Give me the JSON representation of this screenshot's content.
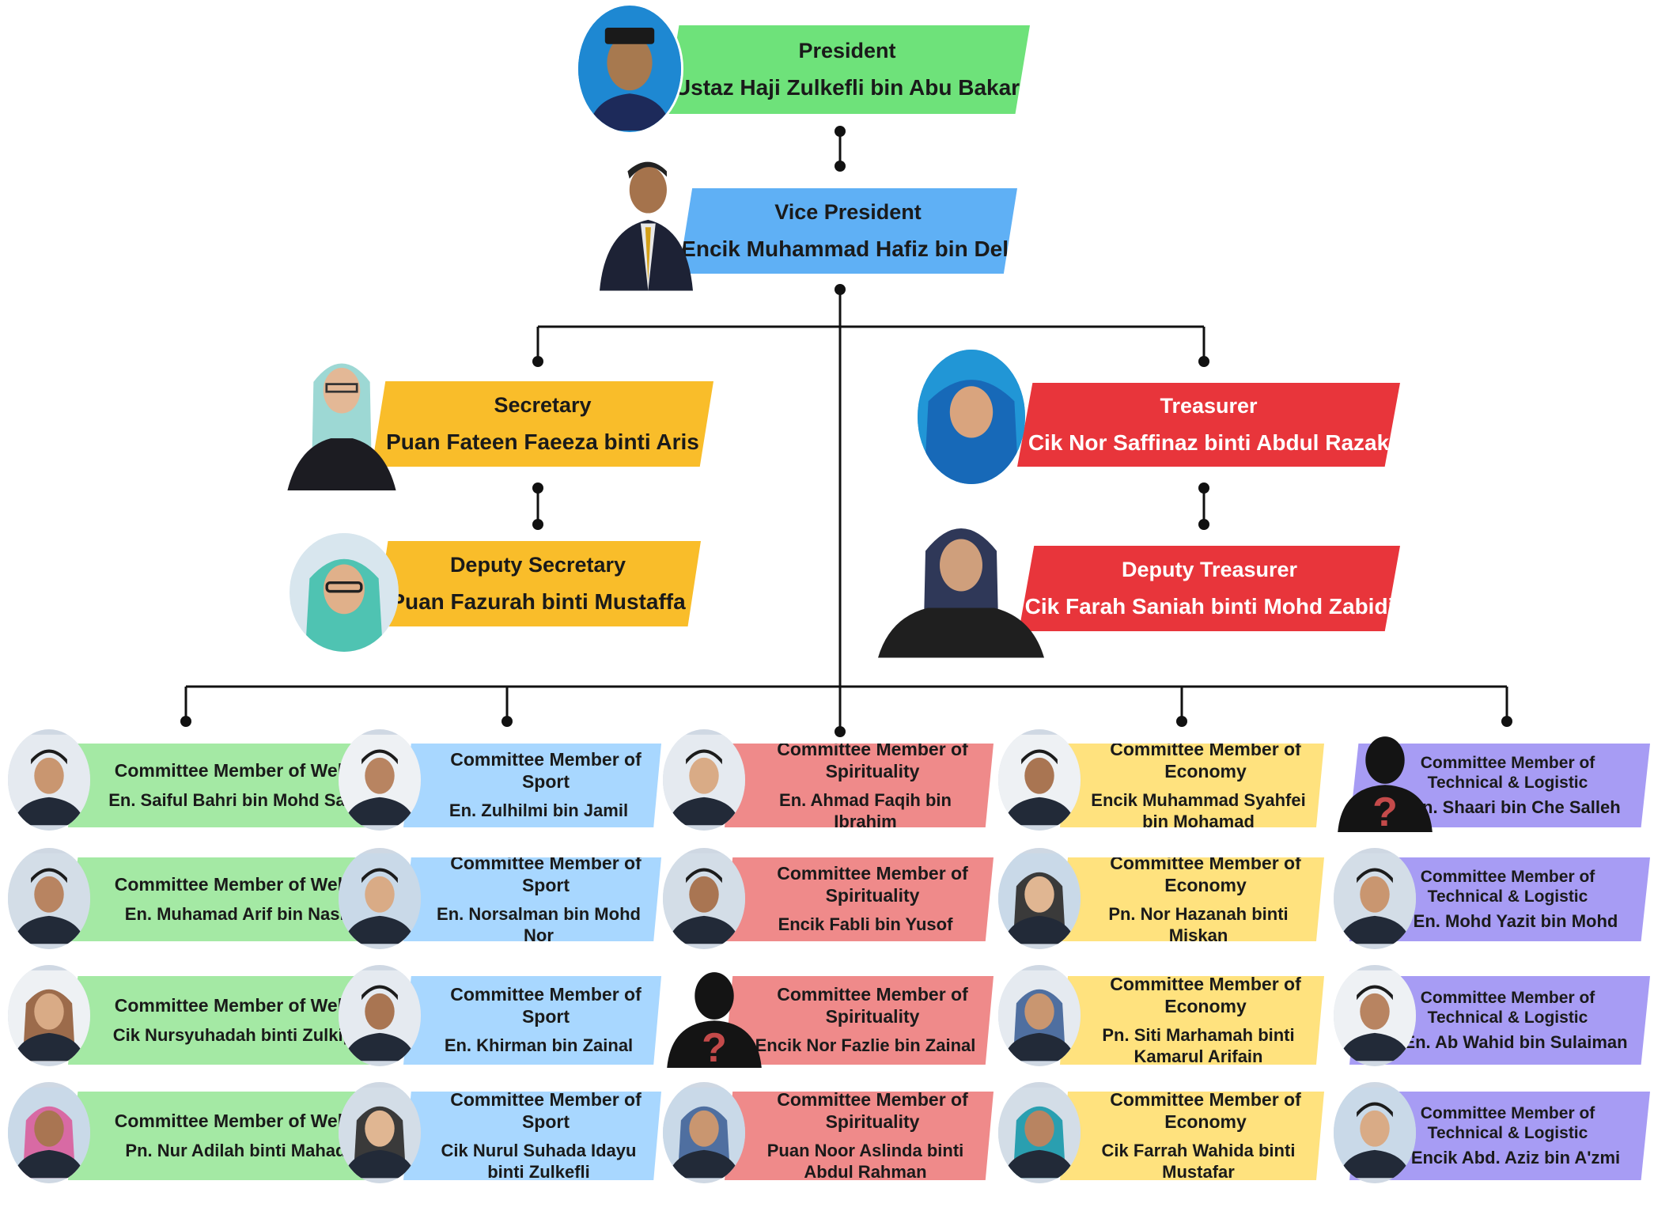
{
  "colors": {
    "president": "#6ee27a",
    "vice": "#5fb0f5",
    "secretary": "#f9bd2a",
    "treasurer": "#e8353b",
    "welfare": "#a4e9a4",
    "sport": "#a8d7ff",
    "spirituality": "#ef8a8a",
    "economy": "#ffe27e",
    "technical": "#a79cf4",
    "line": "#111111"
  },
  "top": {
    "president": {
      "role": "President",
      "name": "Ustaz Haji Zulkefli bin Abu Bakar"
    },
    "vice": {
      "role": "Vice President",
      "name": "Encik Muhammad Hafiz bin Deli"
    },
    "secretary": {
      "role": "Secretary",
      "name": "Puan Fateen Faeeza binti Aris"
    },
    "deputy_secretary": {
      "role": "Deputy Secretary",
      "name": "Puan Fazurah binti Mustaffa"
    },
    "treasurer": {
      "role": "Treasurer",
      "name": "Cik Nor Saffinaz binti Abdul Razak"
    },
    "deputy_treasurer": {
      "role": "Deputy Treasurer",
      "name": "Cik Farah Saniah binti Mohd Zabidi"
    }
  },
  "committees": {
    "welfare": [
      {
        "role": "Committee Member of Welfare",
        "name": "En. Saiful Bahri bin Mohd Sarip"
      },
      {
        "role": "Committee Member of Welfare",
        "name": "En. Muhamad Arif bin Nasir"
      },
      {
        "role": "Committee Member of Welfare",
        "name": "Cik Nursyuhadah binti Zulkipli"
      },
      {
        "role": "Committee Member of Welfare",
        "name": "Pn. Nur Adilah binti Mahadi"
      }
    ],
    "sport": [
      {
        "role": "Committee Member of Sport",
        "name": "En. Zulhilmi bin Jamil"
      },
      {
        "role": "Committee Member of Sport",
        "name": "En. Norsalman bin Mohd Nor"
      },
      {
        "role": "Committee Member of Sport",
        "name": "En. Khirman bin Zainal"
      },
      {
        "role": "Committee Member of Sport",
        "name": "Cik Nurul Suhada Idayu binti Zulkefli"
      }
    ],
    "spirituality": [
      {
        "role": "Committee Member of Spirituality",
        "name": "En. Ahmad Faqih bin Ibrahim"
      },
      {
        "role": "Committee Member of Spirituality",
        "name": "Encik Fabli bin Yusof"
      },
      {
        "role": "Committee Member of Spirituality",
        "name": "Encik Nor Fazlie bin Zainal"
      },
      {
        "role": "Committee Member of Spirituality",
        "name": "Puan Noor Aslinda binti Abdul Rahman"
      }
    ],
    "economy": [
      {
        "role": "Committee Member of Economy",
        "name": "Encik Muhammad Syahfei bin Mohamad"
      },
      {
        "role": "Committee Member of Economy",
        "name": "Pn. Nor Hazanah binti Miskan"
      },
      {
        "role": "Committee Member of Economy",
        "name": "Pn. Siti Marhamah binti Kamarul Arifain"
      },
      {
        "role": "Committee Member of Economy",
        "name": "Cik Farrah Wahida  binti Mustafar"
      }
    ],
    "technical": [
      {
        "role": "Committee Member of Technical & Logistic",
        "name": "En. Shaari bin Che Salleh"
      },
      {
        "role": "Committee Member of Technical & Logistic",
        "name": "En. Mohd Yazit bin Mohd"
      },
      {
        "role": "Committee Member of Technical & Logistic",
        "name": "En. Ab Wahid bin Sulaiman"
      },
      {
        "role": "Committee Member of Technical & Logistic",
        "name": "Encik Abd. Aziz bin A'zmi"
      }
    ]
  }
}
